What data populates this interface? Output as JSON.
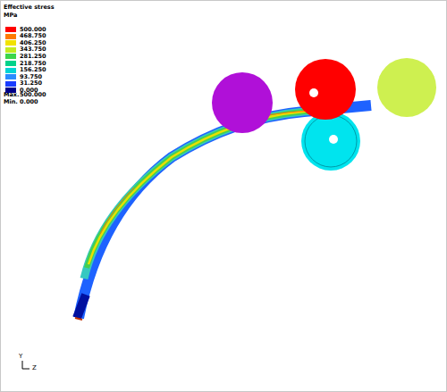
{
  "diagram": {
    "title": "Effective stress",
    "labels": [
      "MPa",
      "Max.",
      "500.000",
      "Min.",
      "0.000",
      "Y",
      "Z"
    ],
    "legend": [
      {
        "text": "500.000",
        "color": "#ff0000"
      },
      {
        "text": "468.750",
        "color": "#ff7a00"
      },
      {
        "text": "406.250",
        "color": "#f2e200"
      },
      {
        "text": "343.750",
        "color": "#c4ec20"
      },
      {
        "text": "281.250",
        "color": "#3cd64a"
      },
      {
        "text": "218.750",
        "color": "#00d28a"
      },
      {
        "text": "156.250",
        "color": "#00d4d4"
      },
      {
        "text": "93.750",
        "color": "#2a8cff"
      },
      {
        "text": "31.250",
        "color": "#1a3cff"
      },
      {
        "text": "0.000",
        "color": "#00008a"
      }
    ]
  }
}
